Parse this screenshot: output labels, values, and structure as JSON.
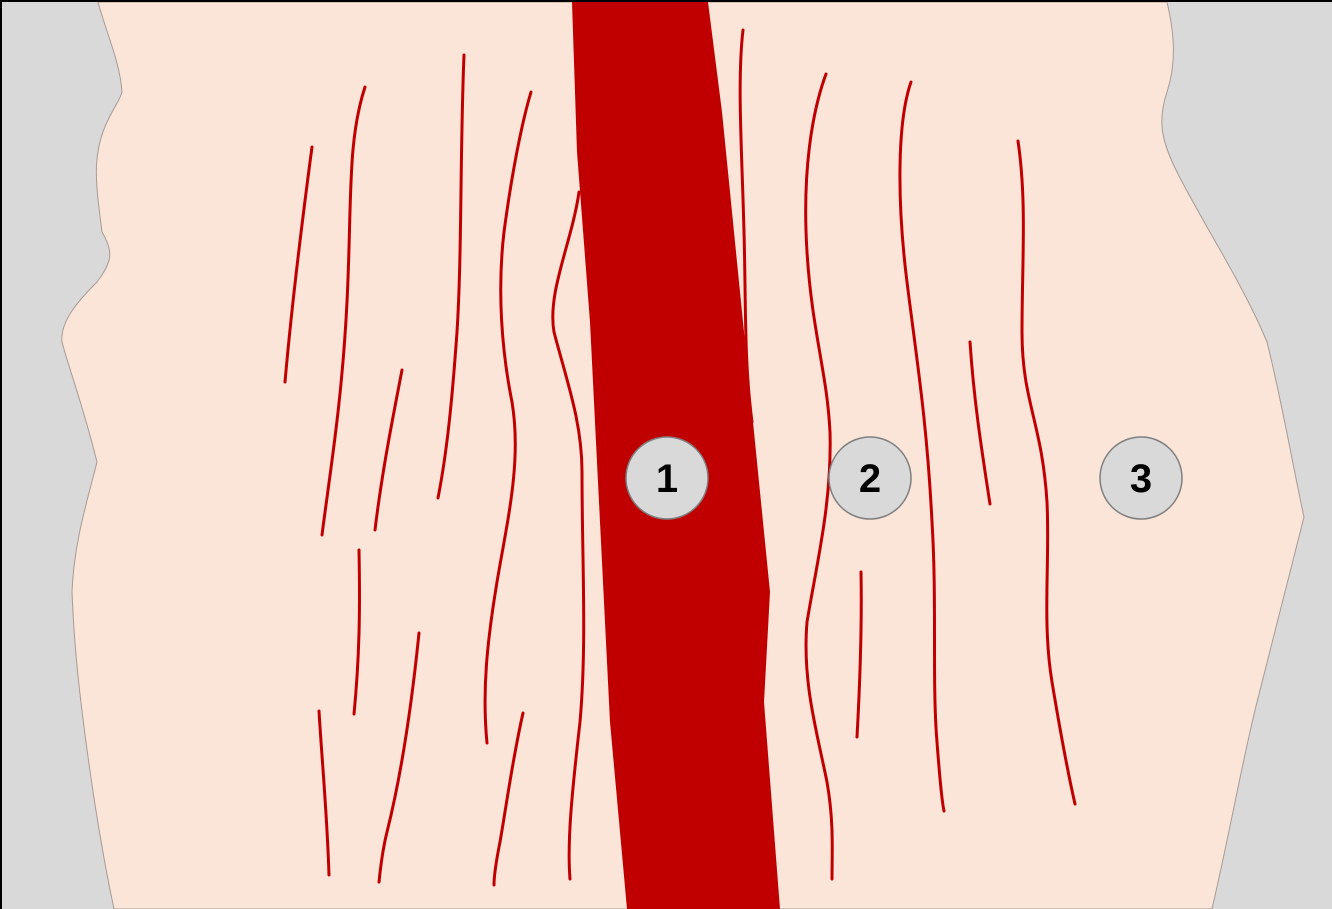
{
  "colors": {
    "background": "#d9d9d9",
    "skin": "#fbe5d9",
    "wound": "#c00000",
    "stria": "#c00000",
    "marker_fill": "#d9d9d9",
    "marker_text": "#000000"
  },
  "markers": [
    {
      "label": "1"
    },
    {
      "label": "2"
    },
    {
      "label": "3"
    }
  ]
}
